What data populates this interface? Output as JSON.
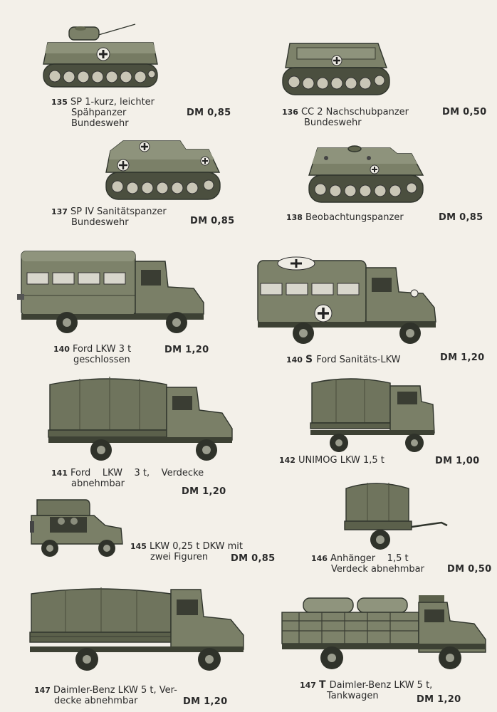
{
  "items": [
    {
      "num": "135",
      "lines": [
        "SP 1-kurz, leichter",
        "Spähpanzer",
        "Bundeswehr"
      ],
      "price": "DM 0,85",
      "icon": "light-tank-model"
    },
    {
      "num": "136",
      "lines": [
        "CC 2 Nachschubpanzer",
        "Bundeswehr"
      ],
      "price": "DM 0,50",
      "icon": "supply-tank-model"
    },
    {
      "num": "137",
      "lines": [
        "SP IV Sanitätspanzer",
        "Bundeswehr"
      ],
      "price": "DM 0,85",
      "icon": "ambulance-tank-model"
    },
    {
      "num": "138",
      "lines": [
        "Beobachtungspanzer"
      ],
      "price": "DM 0,85",
      "icon": "observation-tank-model"
    },
    {
      "num": "140",
      "lines": [
        "Ford LKW 3 t",
        "geschlossen"
      ],
      "price": "DM 1,20",
      "icon": "closed-truck-model"
    },
    {
      "num": "140",
      "suffix": "S",
      "lines": [
        "Ford Sanitäts-LKW"
      ],
      "price": "DM 1,20",
      "icon": "ambulance-truck-model"
    },
    {
      "num": "141",
      "lines": [
        "Ford    LKW    3 t,    Verdecke",
        "abnehmbar"
      ],
      "price": "DM 1,20",
      "icon": "canvas-truck-model"
    },
    {
      "num": "142",
      "lines": [
        "UNIMOG LKW 1,5 t"
      ],
      "price": "DM 1,00",
      "icon": "unimog-truck-model"
    },
    {
      "num": "145",
      "lines": [
        "LKW 0,25 t DKW mit",
        "zwei Figuren"
      ],
      "price": "DM 0,85",
      "icon": "jeep-model"
    },
    {
      "num": "146",
      "lines": [
        "Anhänger    1,5 t",
        "Verdeck abnehmbar"
      ],
      "price": "DM 0,50",
      "icon": "trailer-model"
    },
    {
      "num": "147",
      "lines": [
        "Daimler-Benz LKW 5 t, Ver-",
        "decke abnehmbar"
      ],
      "price": "DM 1,20",
      "icon": "big-canvas-truck-model"
    },
    {
      "num": "147",
      "suffix": "T",
      "lines": [
        "Daimler-Benz LKW 5 t,",
        "Tankwagen"
      ],
      "price": "DM 1,20",
      "icon": "tanker-truck-model"
    }
  ]
}
